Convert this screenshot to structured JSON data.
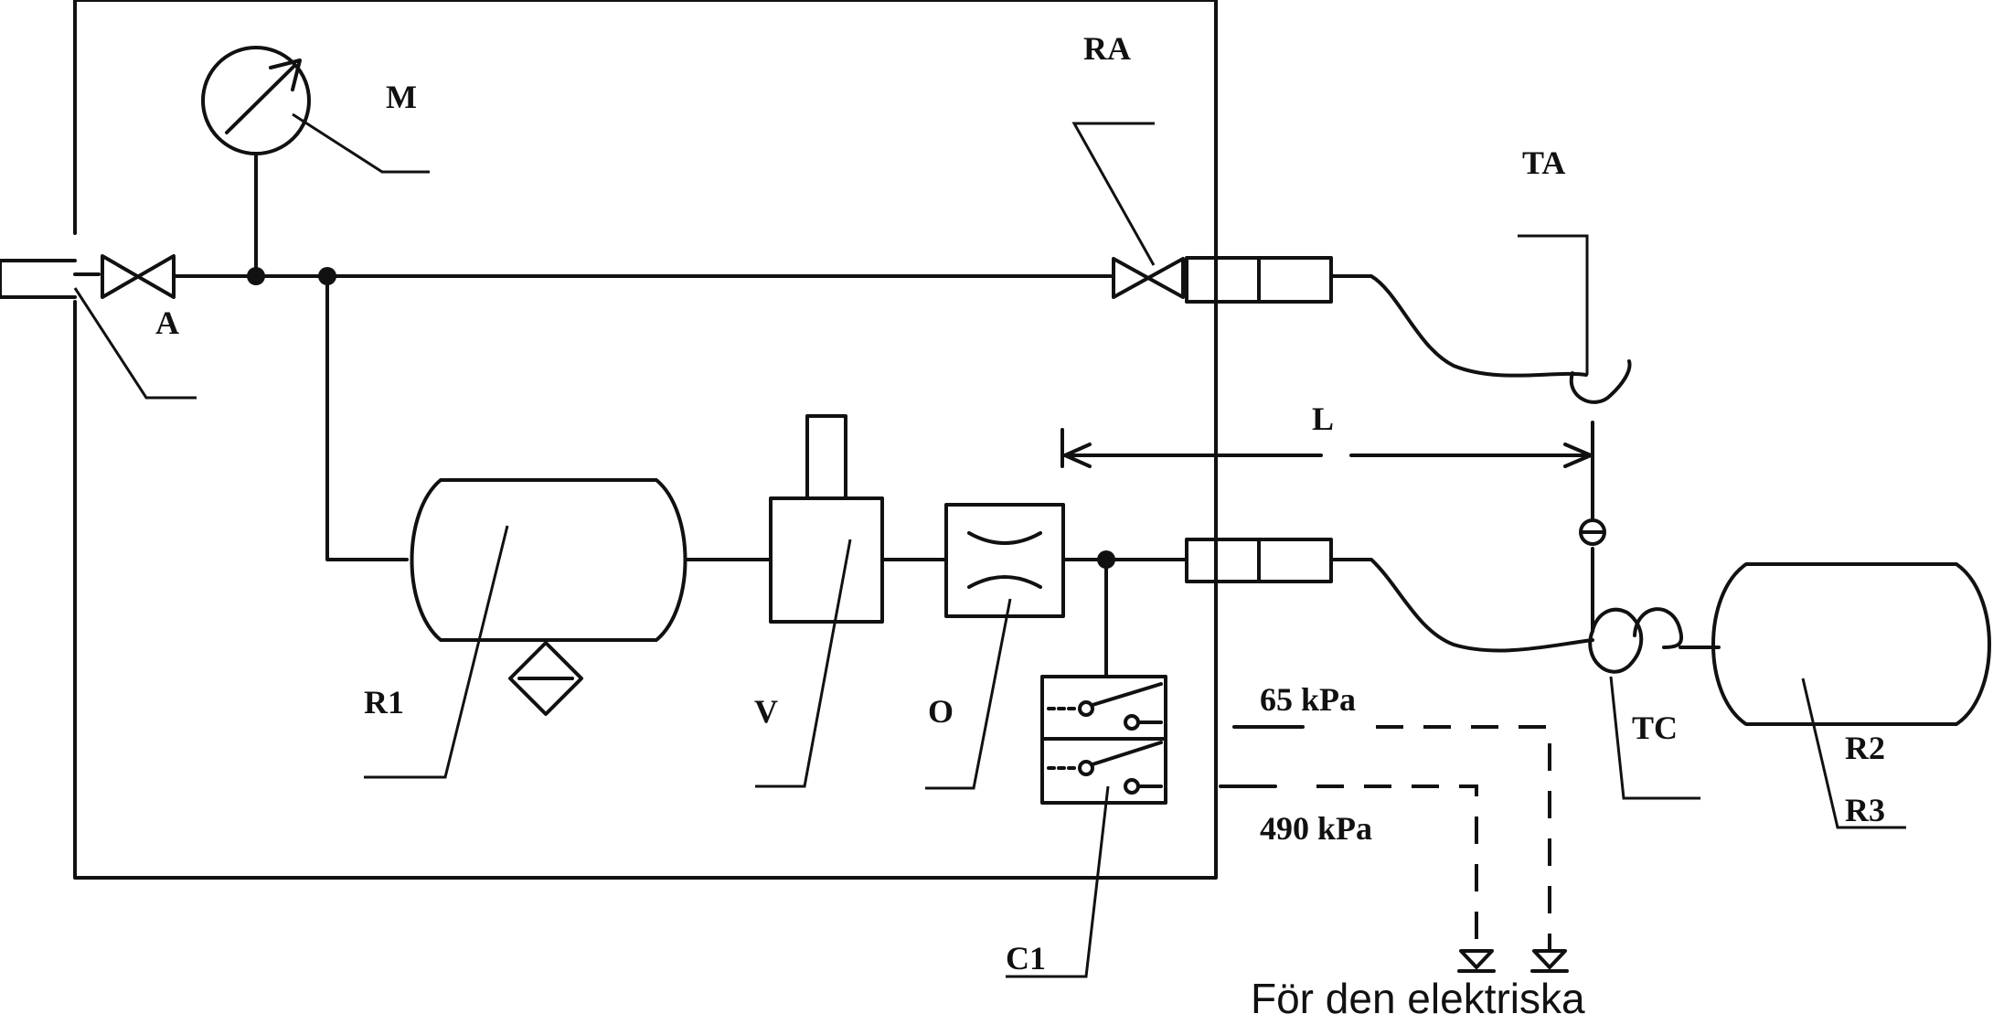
{
  "labels": {
    "A": "A",
    "M": "M",
    "RA": "RA",
    "TA": "TA",
    "L": "L",
    "R1": "R1",
    "V": "V",
    "O": "O",
    "C1": "C1",
    "TC": "TC",
    "R2": "R2",
    "R3": "R3",
    "p65": "65 kPa",
    "p490": "490 kPa"
  },
  "caption": "För den elektriska"
}
